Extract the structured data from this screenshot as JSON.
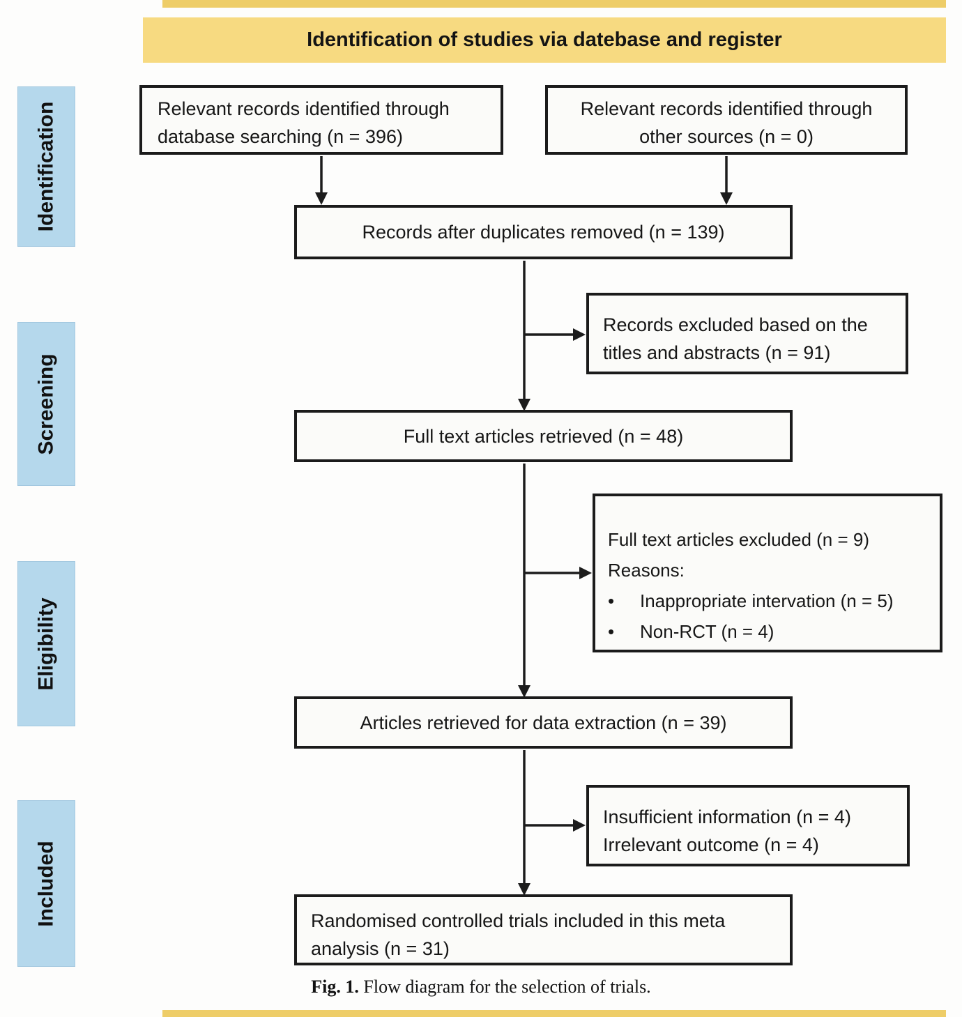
{
  "header": {
    "title": "Identification of studies via datebase and register"
  },
  "sidebar": {
    "items": [
      {
        "label": "Identification"
      },
      {
        "label": "Screening"
      },
      {
        "label": "Eligibility"
      },
      {
        "label": "Included"
      }
    ]
  },
  "flow": {
    "db_search": {
      "line1": "Relevant records identified through",
      "line2": "database searching (n = 396)"
    },
    "other_sources": {
      "line1": "Relevant records identified through",
      "line2": "other sources (n = 0)"
    },
    "duplicates_removed": {
      "text": "Records after duplicates removed (n = 139)"
    },
    "records_excluded": {
      "line1": "Records excluded based on the",
      "line2": "titles and abstracts (n = 91)"
    },
    "full_text_retrieved": {
      "text": "Full text articles retrieved (n = 48)"
    },
    "full_text_excluded": {
      "line1": "Full text articles excluded (n = 9)",
      "line2": "Reasons:",
      "bullet_glyph": "•",
      "bullet1": "Inappropriate intervation (n = 5)",
      "bullet2": "Non-RCT (n = 4)"
    },
    "data_extraction": {
      "text": "Articles retrieved for data extraction (n = 39)"
    },
    "insufficient_info": {
      "line1": "Insufficient information (n = 4)",
      "line2": "Irrelevant outcome (n = 4)"
    },
    "included_rct": {
      "line1": "Randomised controlled trials included in this meta",
      "line2": "analysis (n = 31)"
    }
  },
  "caption": {
    "label": "Fig. 1.",
    "text": " Flow diagram for the selection of trials."
  },
  "colors": {
    "header_bg": "#f7da81",
    "edge_strip_bg": "#eecd68",
    "sidebar_bg": "#b5d8ec",
    "box_border": "#1b1b1b",
    "arrow": "#1c1c1c",
    "text": "#161616"
  }
}
